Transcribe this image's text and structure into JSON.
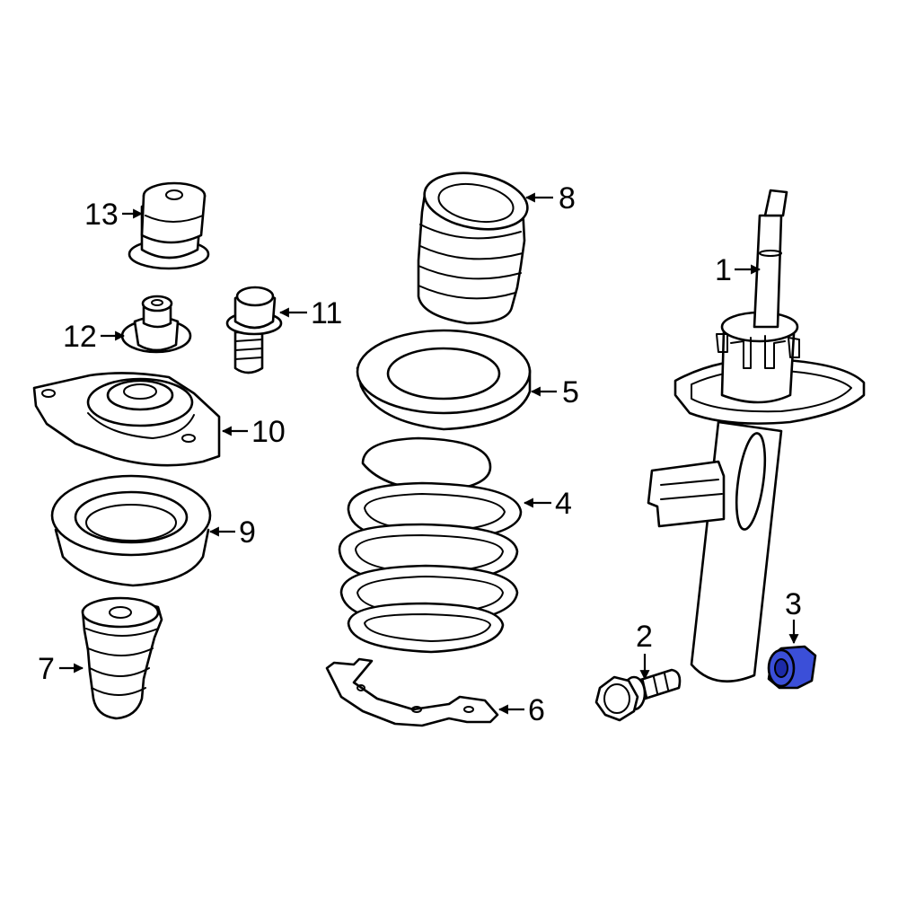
{
  "diagram": {
    "highlight_color": "#3b4fd8",
    "line_color": "#000000",
    "background": "#ffffff",
    "callouts": [
      {
        "id": "1",
        "label": "1"
      },
      {
        "id": "2",
        "label": "2"
      },
      {
        "id": "3",
        "label": "3",
        "highlighted": true
      },
      {
        "id": "4",
        "label": "4"
      },
      {
        "id": "5",
        "label": "5"
      },
      {
        "id": "6",
        "label": "6"
      },
      {
        "id": "7",
        "label": "7"
      },
      {
        "id": "8",
        "label": "8"
      },
      {
        "id": "9",
        "label": "9"
      },
      {
        "id": "10",
        "label": "10"
      },
      {
        "id": "11",
        "label": "11"
      },
      {
        "id": "12",
        "label": "12"
      },
      {
        "id": "13",
        "label": "13"
      }
    ]
  }
}
